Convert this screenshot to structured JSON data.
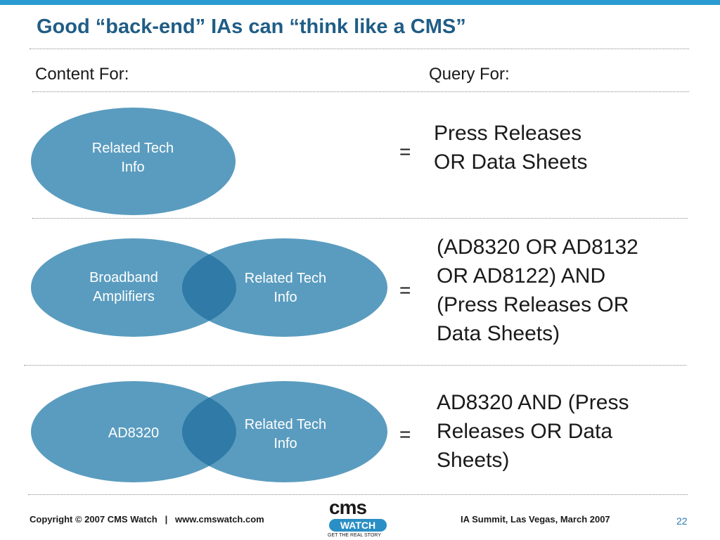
{
  "slide": {
    "title": "Good “back-end” IAs can “think like a CMS”"
  },
  "headers": {
    "content_for": "Content For:",
    "query_for": "Query For:"
  },
  "rows": [
    {
      "left_circle": "Related Tech\nInfo",
      "equals": "=",
      "query": "Press Releases\nOR Data Sheets"
    },
    {
      "left_circle": "Broadband\nAmplifiers",
      "right_circle": "Related Tech\nInfo",
      "equals": "=",
      "query": "(AD8320 OR AD8132\nOR AD8122) AND\n(Press Releases OR\nData Sheets)"
    },
    {
      "left_circle": "AD8320",
      "right_circle": "Related Tech\nInfo",
      "equals": "=",
      "query": "AD8320 AND (Press\nReleases OR Data\nSheets)"
    }
  ],
  "footer": {
    "copyright": "Copyright © 2007 CMS Watch   |   www.cmswatch.com",
    "event": "IA Summit, Las Vegas, March 2007",
    "page_number": "22",
    "logo_cms": "cms",
    "logo_watch": "WATCH",
    "logo_tagline": "GET THE REAL STORY"
  },
  "colors": {
    "accent": "#2a9bd0",
    "title": "#1f5d86",
    "circle": "#4f91b6",
    "overlap": "#2f7aa6"
  }
}
